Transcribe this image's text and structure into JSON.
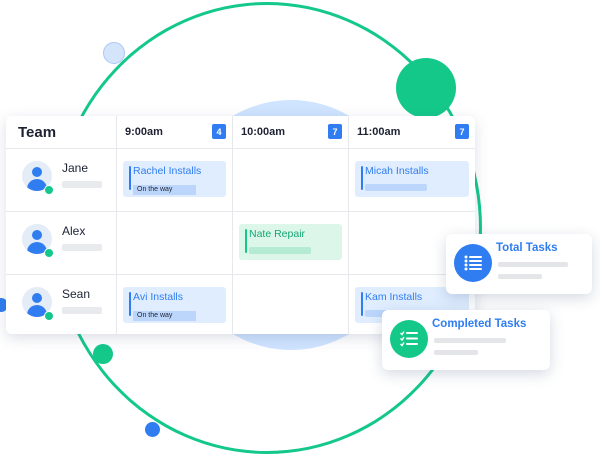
{
  "schedule": {
    "team_header": "Team",
    "slots": [
      {
        "time": "9:00am",
        "count": "4"
      },
      {
        "time": "10:00am",
        "count": "7"
      },
      {
        "time": "11:00am",
        "count": "7"
      }
    ],
    "members": [
      {
        "name": "Jane",
        "tasks": [
          {
            "name": "Rachel Installs",
            "status": "On the way",
            "color": "blue"
          },
          null,
          {
            "name": "Micah Installs",
            "status": "",
            "color": "blue"
          }
        ]
      },
      {
        "name": "Alex",
        "tasks": [
          null,
          {
            "name": "Nate Repair",
            "status": "",
            "color": "green"
          },
          null
        ]
      },
      {
        "name": "Sean",
        "tasks": [
          {
            "name": "Avi Installs",
            "status": "On the way",
            "color": "blue"
          },
          null,
          {
            "name": "Kam Installs",
            "status": "",
            "color": "blue"
          }
        ]
      }
    ]
  },
  "total_tasks": {
    "title": "Total Tasks",
    "icon": "list-icon",
    "color": "#2f7df0"
  },
  "completed_tasks": {
    "title": "Completed Tasks",
    "icon": "checklist-icon",
    "color": "#14c88a"
  },
  "colors": {
    "accent_blue": "#2f7df0",
    "accent_green": "#14c88a"
  }
}
